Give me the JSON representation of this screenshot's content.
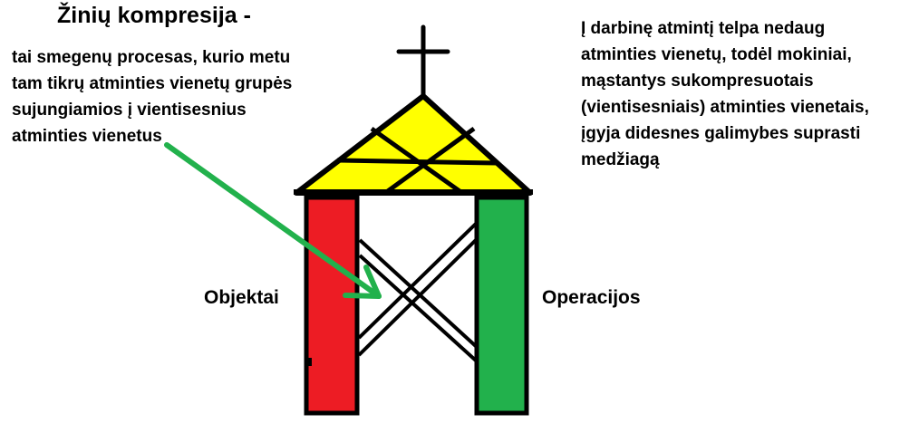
{
  "title": "Žinių kompresija -",
  "definition_lines": [
    "tai smegenų procesas, kurio metu",
    "tam tikrų atminties vienetų grupės",
    "sujungiamios į vientisesnius",
    "atminties vienetus"
  ],
  "explanation_lines": [
    "Į darbinę atmintį telpa nedaug",
    "atminties vienetų, todėl mokiniai,",
    "mąstantys sukompresuotais",
    "(vientisesniais) atminties vienetais,",
    "įgyja didesnes galimybes suprasti",
    "medžiagą"
  ],
  "labels": {
    "left_pillar": "Objektai",
    "right_pillar": "Operacijos"
  },
  "colors": {
    "roof": "#ffff00",
    "left_pillar": "#ed1c24",
    "right_pillar": "#22b14c",
    "arrow": "#22b14c",
    "outline": "#000000"
  },
  "icons": {
    "top": "cross-icon"
  }
}
